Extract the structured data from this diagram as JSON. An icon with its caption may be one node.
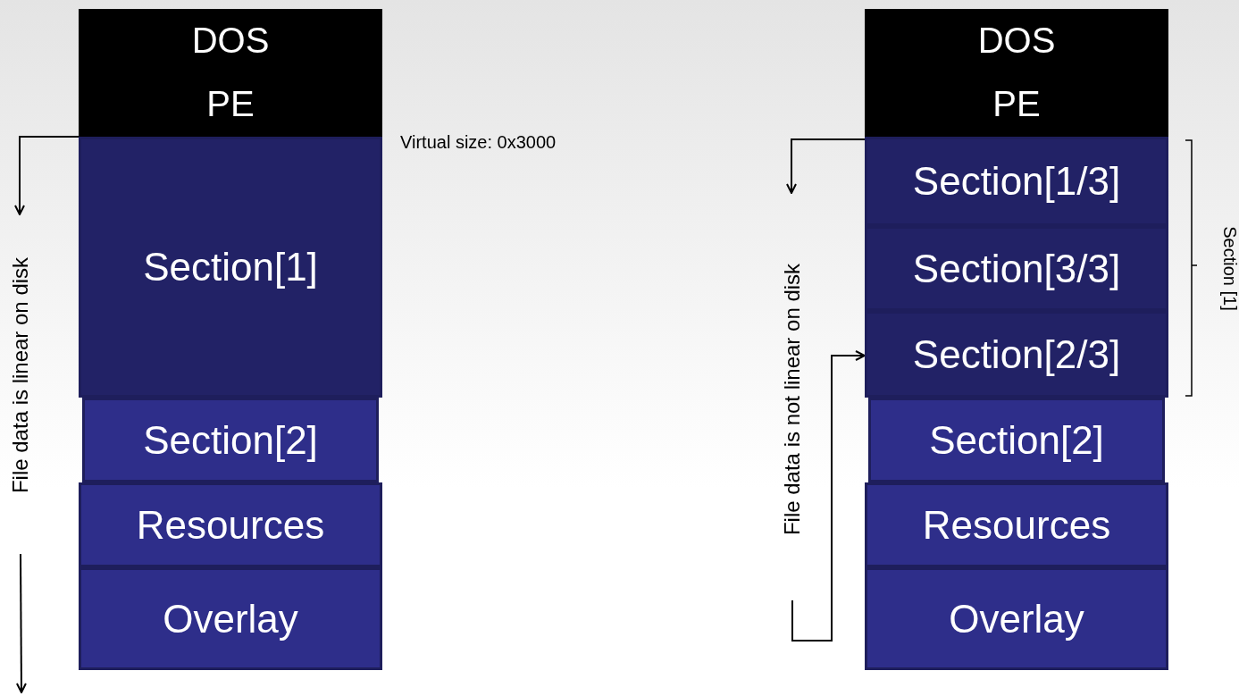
{
  "diagram": {
    "nodes": [
      {
        "text": [
          "DOS"
        ]
      },
      {
        "text": [
          "PE"
        ]
      },
      {
        "text": [
          "Section[1]"
        ]
      },
      {
        "text": [
          "Section[2]"
        ]
      },
      {
        "text": [
          "Resources"
        ]
      },
      {
        "text": [
          "Overlay"
        ]
      },
      {
        "text": [
          "DOS"
        ]
      },
      {
        "text": [
          "PE"
        ]
      },
      {
        "text": [
          "Section[1/3]"
        ]
      },
      {
        "text": [
          "Section[3/3]"
        ]
      },
      {
        "text": [
          "Section[2/3]"
        ]
      },
      {
        "text": [
          "Section[2]"
        ]
      },
      {
        "text": [
          "Resources"
        ]
      },
      {
        "text": [
          "Overlay"
        ]
      }
    ],
    "labels": [
      "Virtual size: 0x3000",
      "File data is linear on disk",
      "File data is not linear on disk",
      "Section [1]"
    ]
  }
}
